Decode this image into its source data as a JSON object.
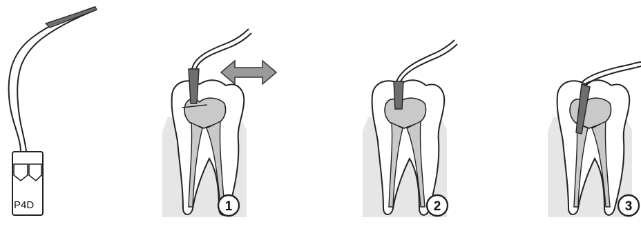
{
  "tip": {
    "label": "P4D"
  },
  "steps": [
    {
      "number": "1"
    },
    {
      "number": "2"
    },
    {
      "number": "3"
    }
  ],
  "icons": {
    "motion": "double-arrow-icon"
  },
  "colors": {
    "outline": "#222222",
    "bone": "#e6e6e6",
    "pulp": "#b8b8b8",
    "insert": "#6e6e6e",
    "arrow": "#9a9a9a"
  }
}
